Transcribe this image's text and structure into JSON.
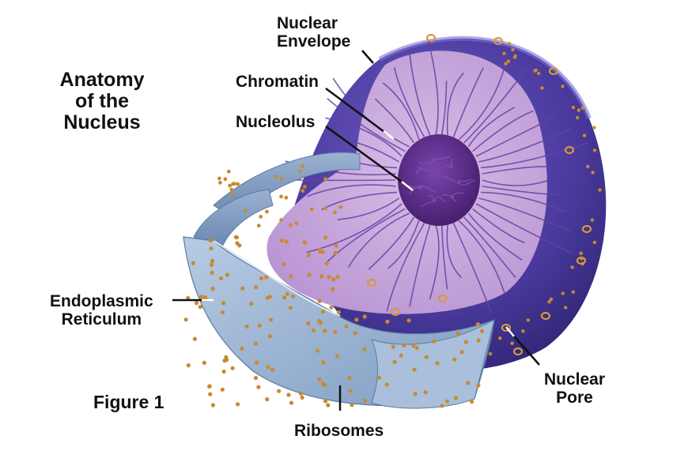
{
  "title": {
    "line1": "Anatomy",
    "line2": "of the",
    "line3": "Nucleus"
  },
  "figure_label": "Figure 1",
  "labels": {
    "nuclear_envelope": {
      "line1": "Nuclear",
      "line2": "Envelope"
    },
    "chromatin": "Chromatin",
    "nucleolus": "Nucleolus",
    "endoplasmic_reticulum": {
      "line1": "Endoplasmic",
      "line2": "Reticulum"
    },
    "ribosomes": "Ribosomes",
    "nuclear_pore": {
      "line1": "Nuclear",
      "line2": "Pore"
    }
  },
  "colors": {
    "nucleus_shell": "#4a3a9e",
    "nucleus_interior": "#c9a9dc",
    "nucleolus": "#5d2f8f",
    "er": "#9fb6d3",
    "ribosome": "#c98a2e"
  }
}
